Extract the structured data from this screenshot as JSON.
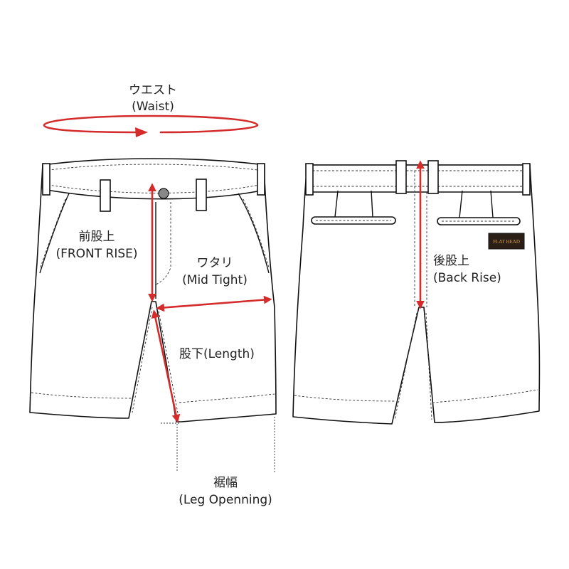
{
  "labels": {
    "waist_jp": "ウエスト",
    "waist_en": "(Waist)",
    "front_rise_jp": "前股上",
    "front_rise_en": "(FRONT RISE)",
    "mid_thigh_jp": "ワタリ",
    "mid_thigh_en": "(Mid Tight)",
    "length": "股下(Length)",
    "back_rise_jp": "後股上",
    "back_rise_en": "(Back Rise)",
    "leg_opening_jp": "裾幅",
    "leg_opening_en": "(Leg Openning)"
  },
  "brand_label": "FLAT HEAD",
  "colors": {
    "measure": "#d42b2b",
    "outline": "#111111",
    "label_patch": "#2b1e16",
    "label_text": "#d9a441"
  }
}
